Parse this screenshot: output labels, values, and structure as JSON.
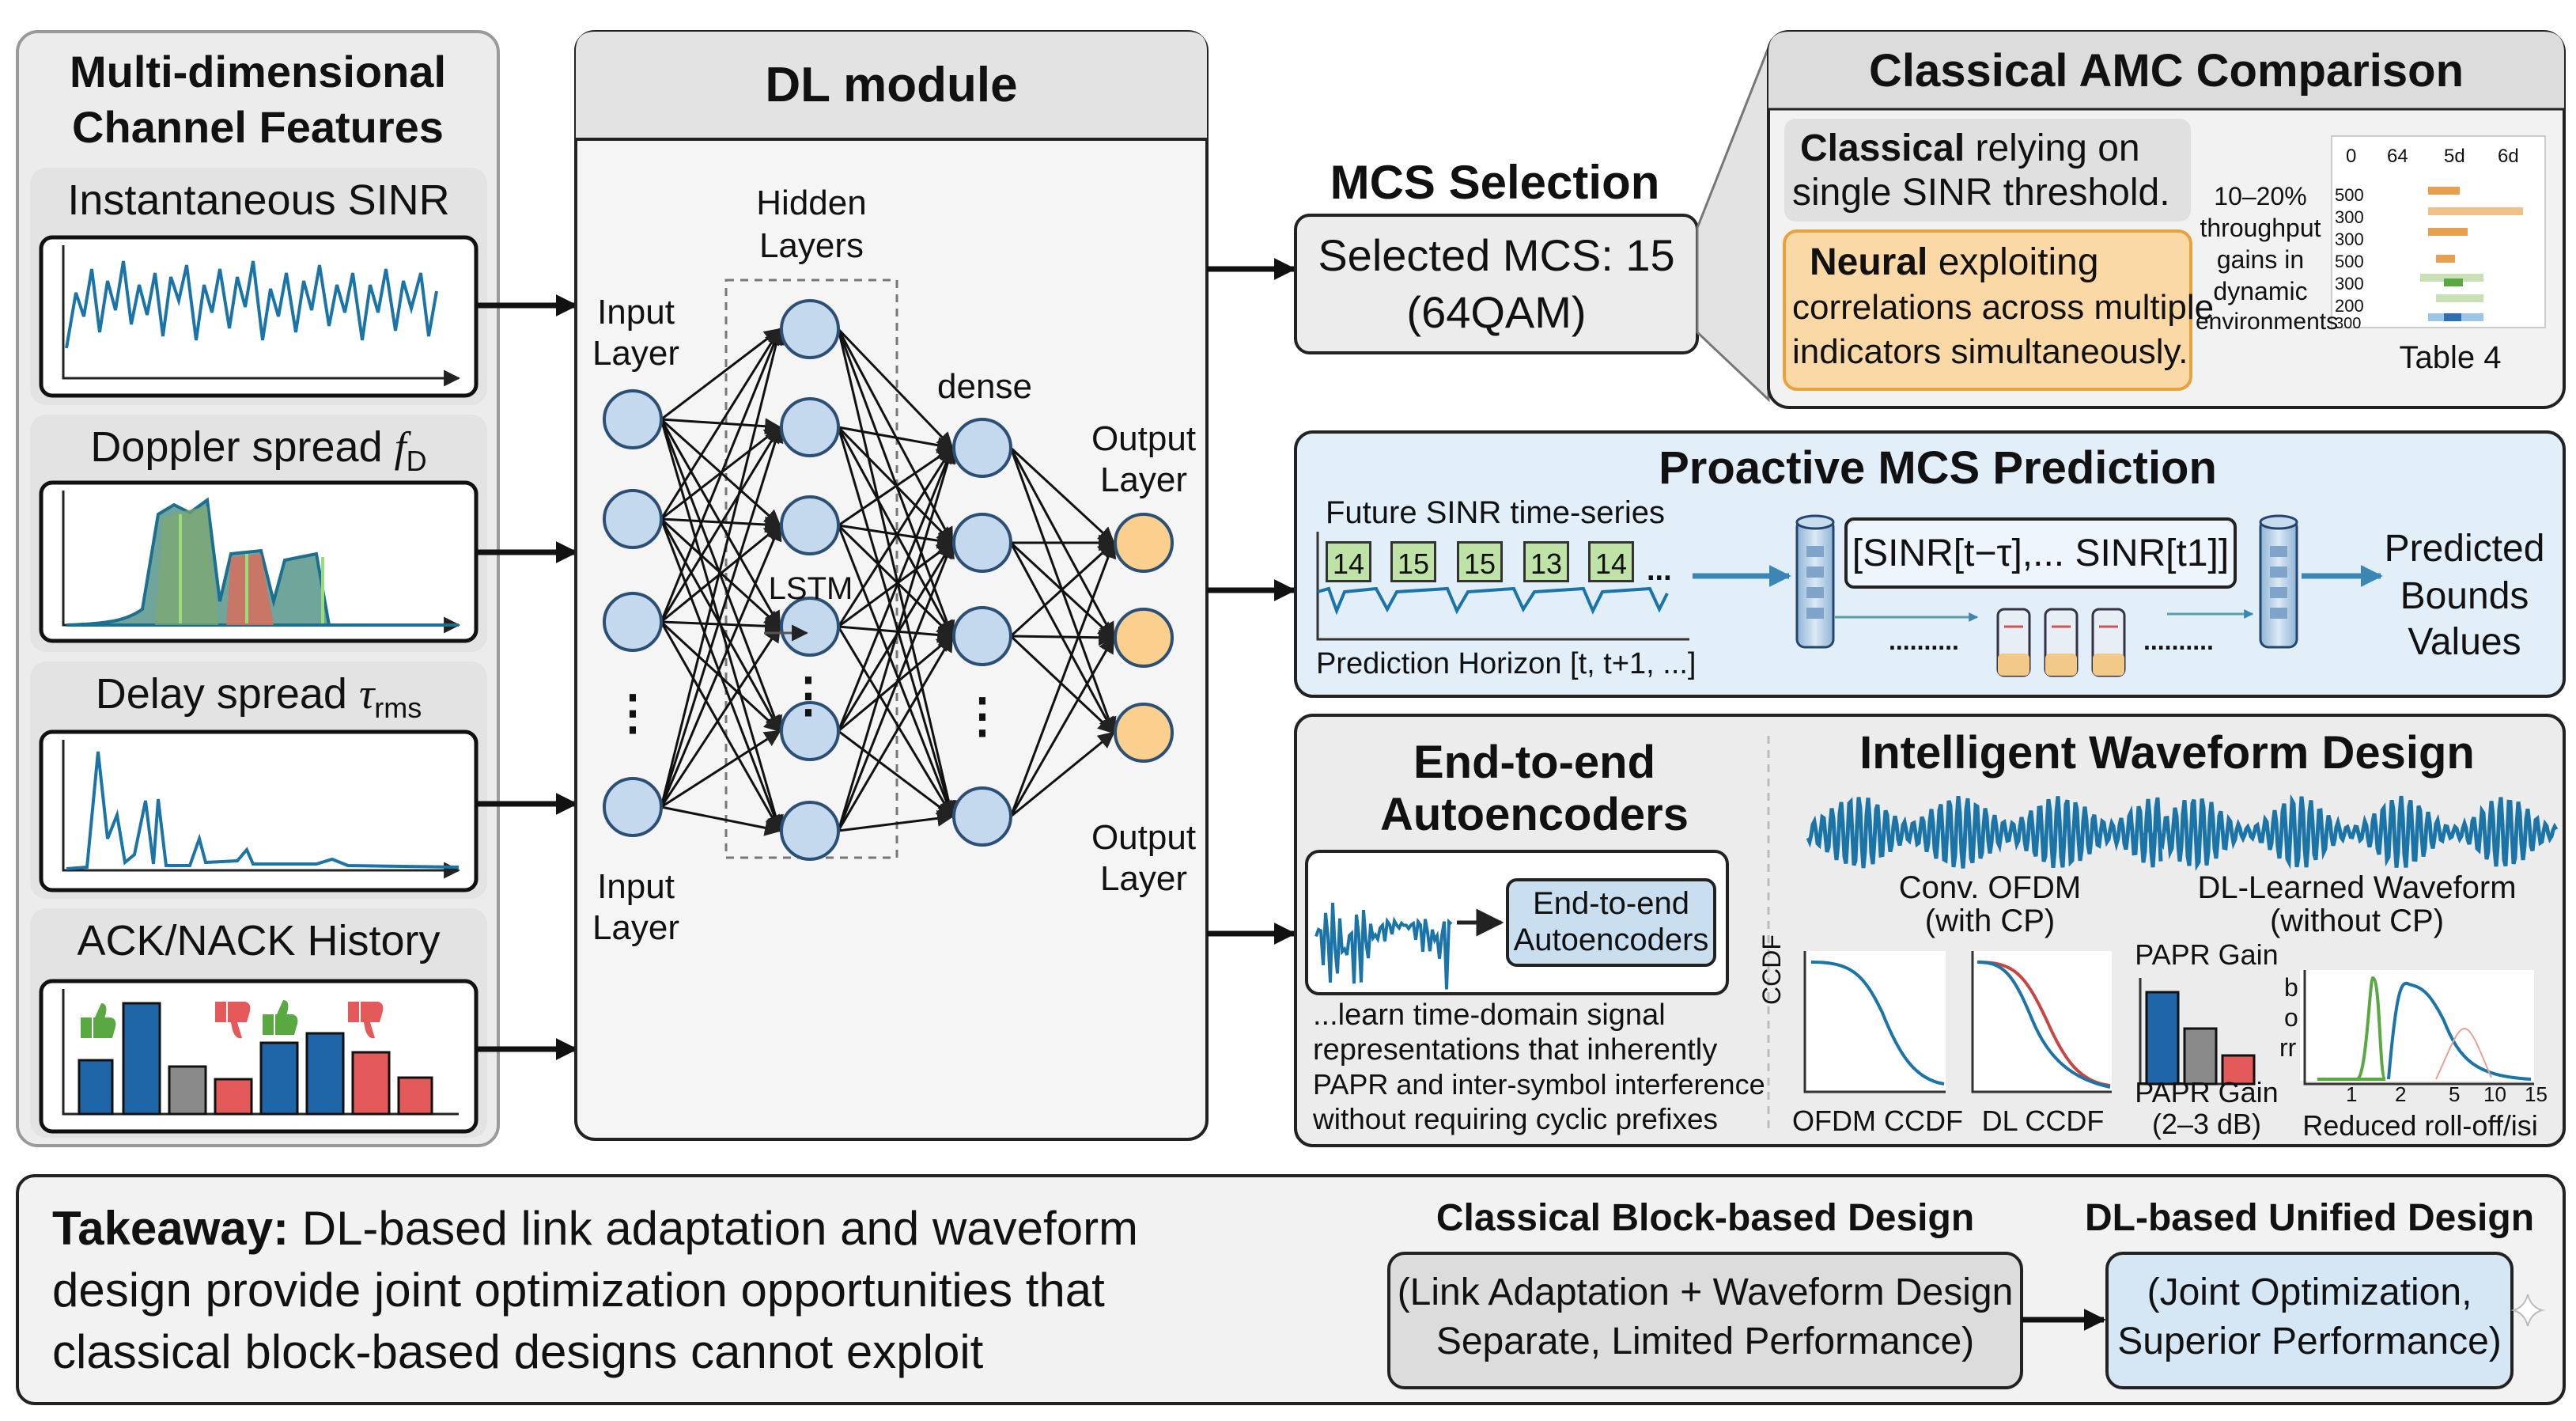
{
  "left_panel": {
    "title_line1": "Multi-dimensional",
    "title_line2": "Channel Features",
    "features": [
      {
        "label": "Instantaneous SINR"
      },
      {
        "label": "Doppler spread ",
        "symbol": "f",
        "subscript": "D"
      },
      {
        "label": "Delay spread ",
        "symbol": "τ",
        "subscript": "rms"
      },
      {
        "label": "ACK/NACK History"
      }
    ]
  },
  "dl_module": {
    "title": "DL module",
    "hidden_label_line1": "Hidden",
    "hidden_label_line2": "Layers",
    "input_label_top_line1": "Input",
    "input_label_top_line2": "Layer",
    "input_label_bottom_line1": "Input",
    "input_label_bottom_line2": "Layer",
    "dense_label": "dense",
    "lstm_label": "LSTM",
    "output_label_top_line1": "Output",
    "output_label_top_line2": "Layer",
    "output_label_bottom_line1": "Output",
    "output_label_bottom_line2": "Layer",
    "dots": "⋮"
  },
  "mcs": {
    "title": "MCS Selection",
    "value_line1": "Selected MCS: 15",
    "value_line2": "(64QAM)"
  },
  "classical_amc": {
    "title": "Classical AMC Comparison",
    "classical_bold": "Classical",
    "classical_rest1": " relying on",
    "classical_line2": "single SINR threshold.",
    "neural_bold": "Neural",
    "neural_rest1": " exploiting",
    "neural_line2": "correlations across multiple",
    "neural_line3": "indicators simultaneously.",
    "gain_lines": [
      "10–20%",
      "throughput",
      "gains in",
      "dynamic",
      "environments"
    ],
    "table_headers": [
      "0",
      "64",
      "5d",
      "6d"
    ],
    "table_rows": [
      "500",
      "300",
      "300",
      "500",
      "300",
      "200",
      "300"
    ],
    "table_caption": "Table 4"
  },
  "proactive": {
    "title": "Proactive MCS Prediction",
    "series_label": "Future SINR time-series",
    "boxes": [
      "14",
      "15",
      "15",
      "13",
      "14"
    ],
    "ellipsis": "...",
    "horizon_label": "Prediction Horizon [t, t+1, ...]",
    "formula": "[SINR[t−τ],... SINR[t1]]",
    "dotted": "..........",
    "predicted_line1": "Predicted",
    "predicted_line2": "Bounds",
    "predicted_line3": "Values"
  },
  "autoencoder": {
    "title_line1": "End-to-end",
    "title_line2": "Autoencoders",
    "box_line1": "End-to-end",
    "box_line2": "Autoencoders",
    "desc_lines": [
      "...learn time-domain signal",
      "representations that inherently",
      "PAPR and inter-symbol interference",
      "without requiring cyclic prefixes"
    ]
  },
  "waveform": {
    "title": "Intelligent Waveform Design",
    "conv_line1": "Conv. OFDM",
    "conv_line2": "(with CP)",
    "dl_line1": "DL-Learned Waveform",
    "dl_line2": "(without CP)",
    "ccdf_axis": "CCDF",
    "ofdm_ccdf": "OFDM CCDF",
    "dl_ccdf": "DL CCDF",
    "papr_title": "PAPR Gain",
    "papr_bottom_line1": "PAPR Gain",
    "papr_bottom_line2": "(2–3 dB)",
    "rolloff_axis": [
      "b",
      "o",
      "rr"
    ],
    "rolloff_ticks": [
      "1",
      "2",
      "5",
      "10",
      "15"
    ],
    "rolloff_caption": "Reduced roll-off/isi"
  },
  "takeaway": {
    "bold": "Takeaway:",
    "line1": " DL-based link adaptation and waveform",
    "line2": "design provide joint optimization opportunities that",
    "line3": "classical block-based designs cannot exploit"
  },
  "classical_design": {
    "title": "Classical Block-based Design",
    "line1": "(Link Adaptation + Waveform Design",
    "line2": "Separate, Limited Performance)"
  },
  "dl_design": {
    "title": "DL-based Unified Design",
    "line1": "(Joint Optimization,",
    "line2": "Superior Performance)"
  },
  "colors": {
    "neuron_blue": "#c4d9ee",
    "neuron_orange": "#fbcf8e",
    "signal_blue": "#1b74a8",
    "panel_gray": "#ececec",
    "blue_panel": "#e2eef8",
    "orange_box": "#fbd9a6",
    "green": "#5aa842",
    "red": "#e45a5a"
  }
}
